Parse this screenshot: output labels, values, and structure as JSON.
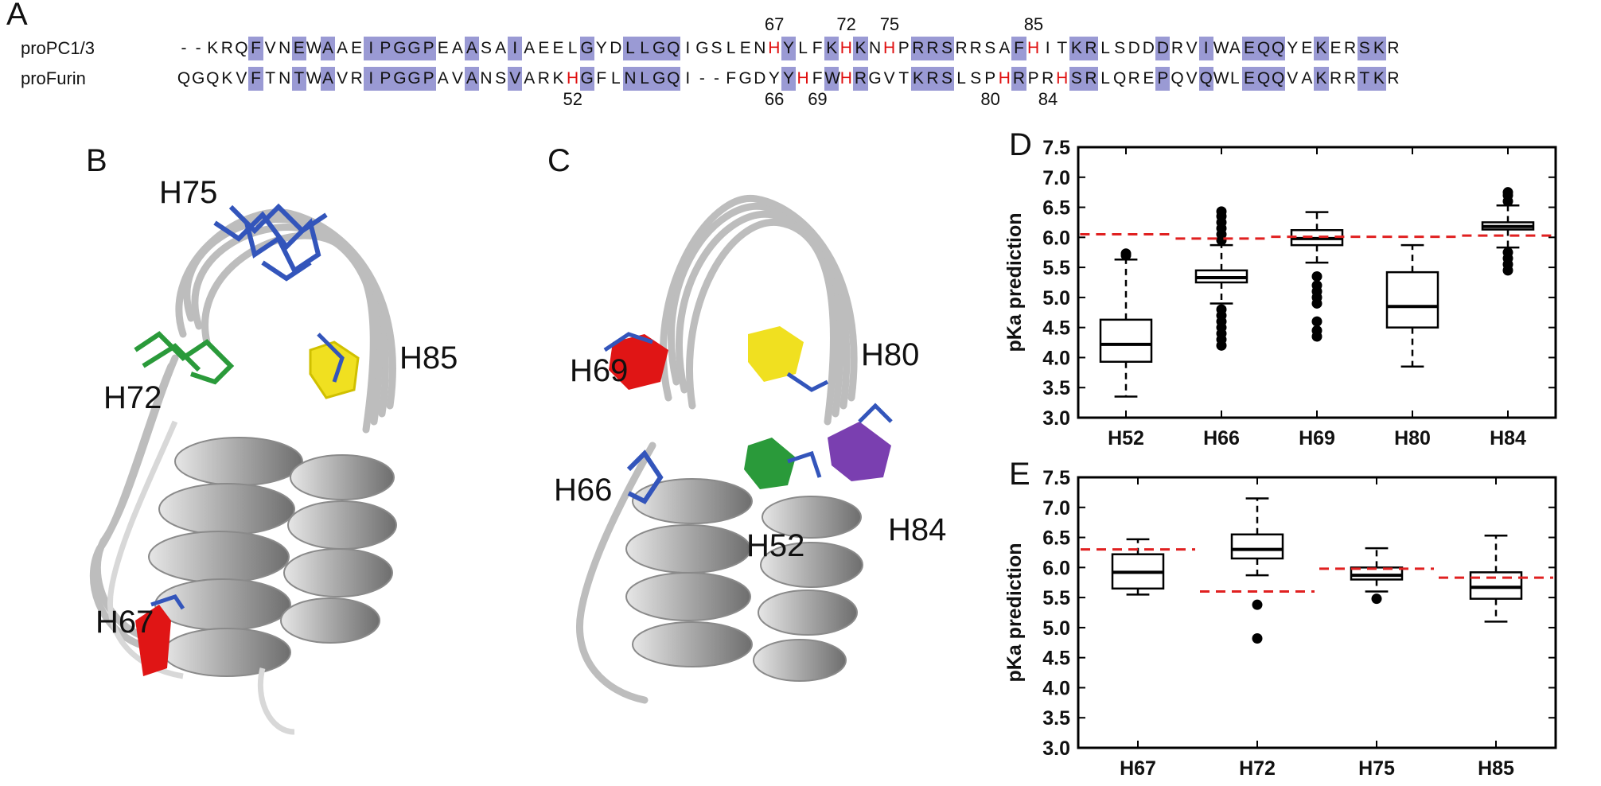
{
  "panel_a": {
    "letter": "A",
    "rows": [
      {
        "name": "proPC1/3",
        "seq": "--KRQFVNEWAAEIPGGPEAASAIAEELGYDLLGQIGSLENHYLFKHKNHPRRSRRSAFHITKRLSDDDRVIWAEQQYEKERSKR"
      },
      {
        "name": "proFurin",
        "seq": "QGQKVFTNTWAVRIPGGPAVANSVARKHGFLNLGQI--FGDYYHFWHRGVTKRSLSPHRPRHSRLQREPQVQWLEQQVAKRRTKR"
      }
    ],
    "highlight_cols": [
      5,
      8,
      10,
      13,
      14,
      15,
      16,
      17,
      20,
      23,
      28,
      31,
      32,
      33,
      34,
      42,
      45,
      47,
      51,
      52,
      53,
      58,
      62,
      63,
      68,
      71,
      74,
      75,
      76,
      79,
      82,
      83
    ],
    "top_numbers": [
      {
        "label": "67",
        "col": 41
      },
      {
        "label": "72",
        "col": 46
      },
      {
        "label": "75",
        "col": 49
      },
      {
        "label": "85",
        "col": 59
      }
    ],
    "bottom_numbers": [
      {
        "label": "52",
        "col": 27
      },
      {
        "label": "66",
        "col": 41
      },
      {
        "label": "69",
        "col": 44
      },
      {
        "label": "80",
        "col": 56
      },
      {
        "label": "84",
        "col": 60
      }
    ]
  },
  "panel_b": {
    "letter": "B",
    "labels": [
      "H75",
      "H72",
      "H85",
      "H67"
    ]
  },
  "panel_c": {
    "letter": "C",
    "labels": [
      "H69",
      "H80",
      "H66",
      "H52",
      "H84"
    ]
  },
  "colors": {
    "highlight": "#9a9ad4",
    "his": "#e01010",
    "blue": "#3355bb",
    "green": "#2a9a3a",
    "yellow": "#f0e020",
    "red": "#e01515",
    "purple": "#7a3fb0",
    "ref_line": "#e02020"
  },
  "chart_data": [
    {
      "type": "box",
      "panel": "D",
      "ylabel": "pKa prediction",
      "ylim": [
        3.0,
        7.5
      ],
      "yticks": [
        "3.0",
        "3.5",
        "4.0",
        "4.5",
        "5.0",
        "5.5",
        "6.0",
        "6.5",
        "7.0",
        "7.5"
      ],
      "categories": [
        "H52",
        "H66",
        "H69",
        "H80",
        "H84"
      ],
      "boxes": [
        {
          "q1": 3.93,
          "median": 4.22,
          "q3": 4.63,
          "whisker_low": 3.35,
          "whisker_high": 5.63,
          "outliers": [
            5.7,
            5.73
          ]
        },
        {
          "q1": 5.25,
          "median": 5.33,
          "q3": 5.45,
          "whisker_low": 4.9,
          "whisker_high": 5.87,
          "outliers": [
            4.2,
            4.3,
            4.4,
            4.5,
            4.6,
            4.7,
            4.8,
            5.95,
            6.05,
            6.15,
            6.25,
            6.35,
            6.43
          ]
        },
        {
          "q1": 5.87,
          "median": 5.98,
          "q3": 6.12,
          "whisker_low": 5.58,
          "whisker_high": 6.42,
          "outliers": [
            4.35,
            4.45,
            4.6,
            4.9,
            5.0,
            5.1,
            5.2,
            5.35
          ]
        },
        {
          "q1": 4.5,
          "median": 4.85,
          "q3": 5.42,
          "whisker_low": 3.85,
          "whisker_high": 5.87,
          "outliers": []
        },
        {
          "q1": 6.13,
          "median": 6.18,
          "q3": 6.25,
          "whisker_low": 5.83,
          "whisker_high": 6.53,
          "outliers": [
            5.45,
            5.55,
            5.65,
            5.75,
            6.6,
            6.7,
            6.75
          ]
        }
      ],
      "ref_lines": [
        6.05,
        5.98,
        6.01,
        6.01,
        6.03
      ]
    },
    {
      "type": "box",
      "panel": "E",
      "ylabel": "pKa prediction",
      "ylim": [
        3.0,
        7.5
      ],
      "yticks": [
        "3.0",
        "3.5",
        "4.0",
        "4.5",
        "5.0",
        "5.5",
        "6.0",
        "6.5",
        "7.0",
        "7.5"
      ],
      "categories": [
        "H67",
        "H72",
        "H75",
        "H85"
      ],
      "boxes": [
        {
          "q1": 5.65,
          "median": 5.92,
          "q3": 6.22,
          "whisker_low": 5.55,
          "whisker_high": 6.47,
          "outliers": []
        },
        {
          "q1": 6.15,
          "median": 6.3,
          "q3": 6.55,
          "whisker_low": 5.87,
          "whisker_high": 7.15,
          "outliers": [
            5.38,
            4.82
          ]
        },
        {
          "q1": 5.8,
          "median": 5.87,
          "q3": 6.0,
          "whisker_low": 5.6,
          "whisker_high": 6.32,
          "outliers": [
            5.48
          ]
        },
        {
          "q1": 5.48,
          "median": 5.67,
          "q3": 5.92,
          "whisker_low": 5.1,
          "whisker_high": 6.53,
          "outliers": []
        }
      ],
      "ref_lines": [
        6.3,
        5.6,
        5.98,
        5.83
      ]
    }
  ]
}
